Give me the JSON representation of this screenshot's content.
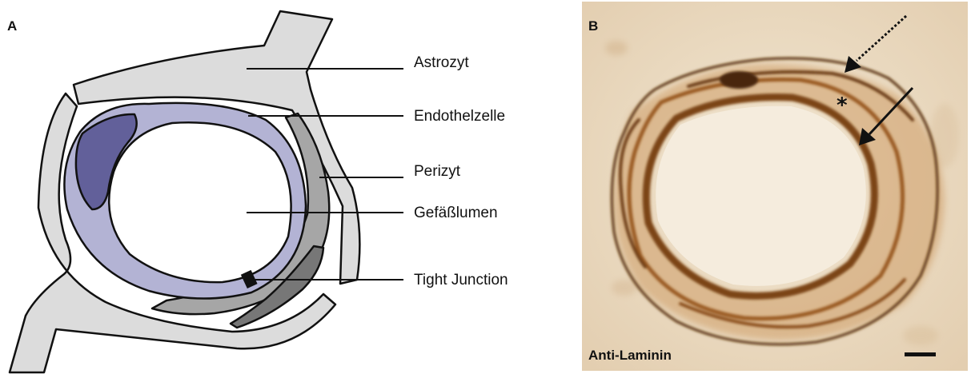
{
  "panel_a": {
    "letter": "A",
    "labels": {
      "astrozyt": "Astrozyt",
      "endothelzelle": "Endothelzelle",
      "perizyt": "Perizyt",
      "gefaesslumen": "Gefäßlumen",
      "tight_junction": "Tight Junction"
    }
  },
  "panel_b": {
    "letter": "B",
    "stain": "Anti-Laminin",
    "marker": "*"
  },
  "colors": {
    "astrocyte": "#dcdcdc",
    "endothelium": "#b3b3d4",
    "nucleus": "#62609a",
    "pericyte": "#a6a6a6",
    "pericyte_nucleus": "#777777",
    "photo_background": "#ecddc4",
    "stain": "#9a5a22"
  }
}
